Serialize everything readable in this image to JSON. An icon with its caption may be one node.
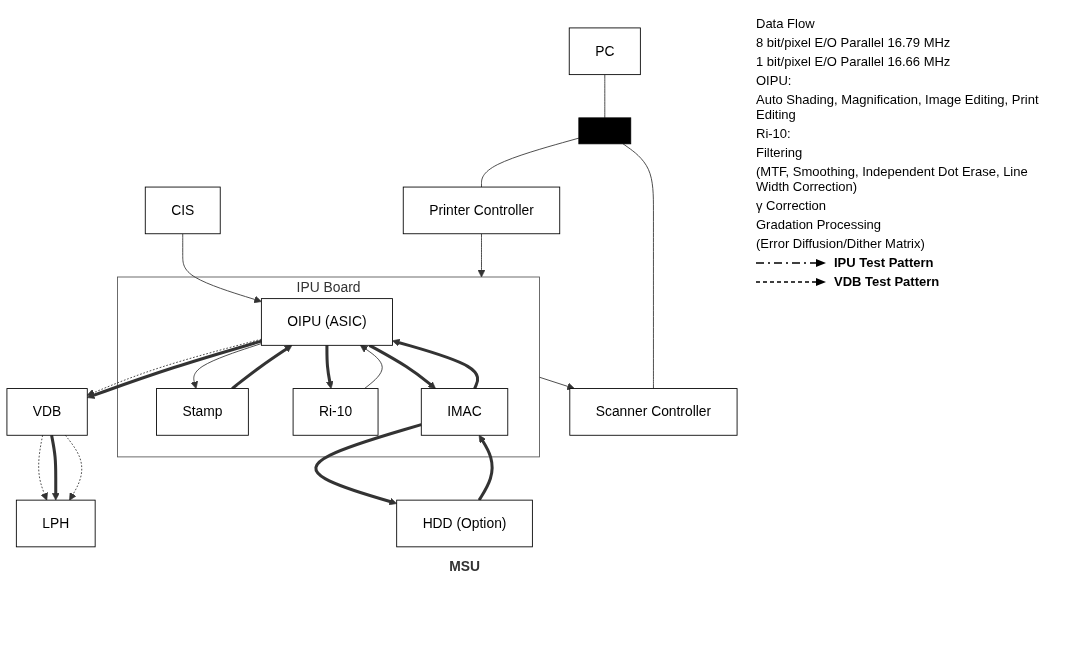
{
  "diagram": {
    "nodes": [
      {
        "text": [
          "PC"
        ]
      },
      {
        "text": [],
        "shape": "bar"
      },
      {
        "text": [
          "Scanner Controller"
        ]
      },
      {
        "text": [
          "Printer Controller"
        ]
      },
      {
        "text": [
          "IPU Board"
        ]
      },
      {
        "text": [
          "OIPU (ASIC)"
        ],
        "in": 4
      },
      {
        "text": [
          "Stamp"
        ],
        "in": 4
      },
      {
        "text": [
          "Ri-10"
        ],
        "in": 4
      },
      {
        "text": [
          "IMAC"
        ],
        "in": 4
      },
      {
        "text": [
          "CIS"
        ]
      },
      {
        "text": [
          "VDB"
        ]
      },
      {
        "text": [
          "LPH"
        ]
      },
      {
        "text": [
          "HDD (Option)"
        ],
        "beside": [
          "MSU"
        ]
      }
    ],
    "edges": [
      {
        "from": 0,
        "to": 1,
        "arrow": "none"
      },
      {
        "from": 1,
        "to": 2,
        "arrow": "none"
      },
      {
        "from": 1,
        "to": 3,
        "arrow": "none"
      },
      {
        "from": 4,
        "to": 2,
        "arrow": "to"
      },
      {
        "from": 3,
        "to": 4,
        "arrow": "to"
      },
      {
        "from": 9,
        "to": 5,
        "arrow": "to"
      },
      {
        "from": 5,
        "to": 10,
        "arrow": "to",
        "style": "dashed"
      },
      {
        "from": 5,
        "to": 10,
        "arrow": "to",
        "style": "thick"
      },
      {
        "from": 10,
        "to": 11,
        "arrow": "to",
        "style": "dashed"
      },
      {
        "from": 10,
        "to": 11,
        "arrow": "to",
        "style": "thick"
      },
      {
        "from": 10,
        "to": 11,
        "arrow": "to",
        "style": "dashed"
      },
      {
        "from": 5,
        "to": 6,
        "arrow": "to"
      },
      {
        "from": 6,
        "to": 5,
        "arrow": "to",
        "style": "thick"
      },
      {
        "from": 5,
        "to": 7,
        "arrow": "to",
        "style": "thick"
      },
      {
        "from": 7,
        "to": 5,
        "arrow": "to"
      },
      {
        "from": 5,
        "to": 8,
        "arrow": "to",
        "style": "thick"
      },
      {
        "from": 8,
        "to": 5,
        "arrow": "to",
        "style": "thick"
      },
      {
        "from": 8,
        "to": 12,
        "arrow": "to",
        "style": "thick"
      },
      {
        "from": 12,
        "to": 8,
        "arrow": "to",
        "style": "thick"
      }
    ],
    "labels": [
      "Data Flow",
      "8 bit/pixel E/O Parallel 16.79 MHz",
      "1 bit/pixel E/O Parallel 16.66 MHz",
      "OIPU:",
      "Auto Shading, Magnification, Image Editing, Print Editing",
      "Ri-10:",
      "Filtering",
      "(MTF, Smoothing, Independent Dot Erase, Line Width Correction)",
      "γ Correction",
      "Gradation Processing",
      "(Error Diffusion/Dither Matrix)"
    ],
    "legend": [
      {
        "text": "IPU Test Pattern"
      },
      {
        "text": "VDB Test Pattern"
      }
    ]
  }
}
